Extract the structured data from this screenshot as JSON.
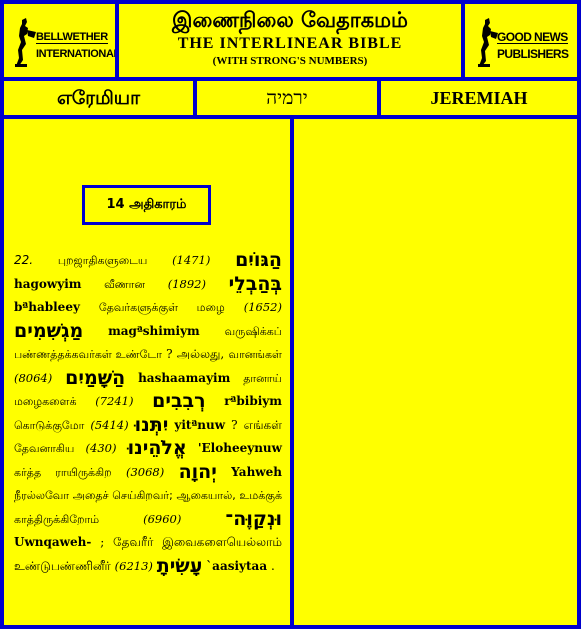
{
  "header": {
    "left_logo": {
      "line1": "BELLWETHER",
      "line2": "INTERNATIONAL"
    },
    "title_tamil": "இணைநிலை வேதாகமம்",
    "title_english": "THE  INTERLINEAR  BIBLE",
    "subtitle": "(WITH STRONG'S NUMBERS)",
    "right_logo": {
      "line1": "GOOD NEWS",
      "line2": "PUBLISHERS"
    }
  },
  "book": {
    "tamil": "எரேமியா",
    "hebrew": "ירמיה",
    "english": "JEREMIAH"
  },
  "chapter_label": "14 அதிகாரம்",
  "verse": {
    "number": "22.",
    "segments": [
      {
        "type": "ta",
        "text": "புறஜாதிகளுடைய"
      },
      {
        "type": "sn",
        "text": "(1471)"
      },
      {
        "type": "he",
        "text": "הַגּוֹיִם"
      },
      {
        "type": "tr",
        "text": "hagowyim"
      },
      {
        "type": "ta",
        "text": "வீணான"
      },
      {
        "type": "sn",
        "text": "(1892)"
      },
      {
        "type": "he",
        "text": "בְּהַבְלֵי"
      },
      {
        "type": "tr",
        "text": "bªhableey"
      },
      {
        "type": "ta",
        "text": "தேவர்களுக்குள் மழை"
      },
      {
        "type": "sn",
        "text": "(1652)"
      },
      {
        "type": "he",
        "text": "מַגְשִׁמִים"
      },
      {
        "type": "tr",
        "text": "magªshimiym"
      },
      {
        "type": "ta",
        "text": "வருஷிக்கப் பண்ணத்தக்கவர்கள் உண்டோ"
      },
      {
        "type": "pu",
        "text": "? அல்லது,"
      },
      {
        "type": "ta",
        "text": "வானங்கள்"
      },
      {
        "type": "sn",
        "text": "(8064)"
      },
      {
        "type": "he",
        "text": "הַשָּׁמַיִם"
      },
      {
        "type": "tr",
        "text": "hashaamayim"
      },
      {
        "type": "ta",
        "text": "தானாய் மழைகளைக்"
      },
      {
        "type": "sn",
        "text": "(7241)"
      },
      {
        "type": "he",
        "text": "רְבִבִים"
      },
      {
        "type": "tr",
        "text": "rªbibiym"
      },
      {
        "type": "ta",
        "text": "கொடுக்குமோ"
      },
      {
        "type": "sn",
        "text": "(5414)"
      },
      {
        "type": "he",
        "text": "יִתְּנוּ"
      },
      {
        "type": "tr",
        "text": "yitªnuw"
      },
      {
        "type": "pu",
        "text": "? எங்கள்"
      },
      {
        "type": "ta",
        "text": "தேவனாகிய"
      },
      {
        "type": "sn",
        "text": "(430)"
      },
      {
        "type": "he",
        "text": "אֱלֹהֵינוּ"
      },
      {
        "type": "tr",
        "text": "'Eloheeynuw"
      },
      {
        "type": "ta",
        "text": "கர்த்த ராயிருக்கிற"
      },
      {
        "type": "sn",
        "text": "(3068)"
      },
      {
        "type": "he",
        "text": "יְהוָה"
      },
      {
        "type": "tr",
        "text": "Yahweh"
      },
      {
        "type": "ta",
        "text": "நீரல்லவோ அதைச் செய்கிறவர்; ஆகையால், உமக்குக் காத்திருக்கிறோம்"
      },
      {
        "type": "sn",
        "text": "(6960)"
      },
      {
        "type": "he",
        "text": "וּנְקַוֶּה־"
      },
      {
        "type": "tr",
        "text": "Uwnqaweh-"
      },
      {
        "type": "pu",
        "text": "; தேவரீர் இவைகளையெல்லாம் உண்டுபண்ணினீர்"
      },
      {
        "type": "sn",
        "text": "(6213)"
      },
      {
        "type": "he",
        "text": "עָשִׂיתָ"
      },
      {
        "type": "tr",
        "text": "`aasiytaa"
      },
      {
        "type": "pu",
        "text": "."
      }
    ]
  },
  "colors": {
    "background": "#ffff00",
    "border": "#0000cc",
    "text": "#000000"
  },
  "icons": {
    "left_logo": "bellwether-logo-icon",
    "right_logo": "good-news-logo-icon"
  }
}
